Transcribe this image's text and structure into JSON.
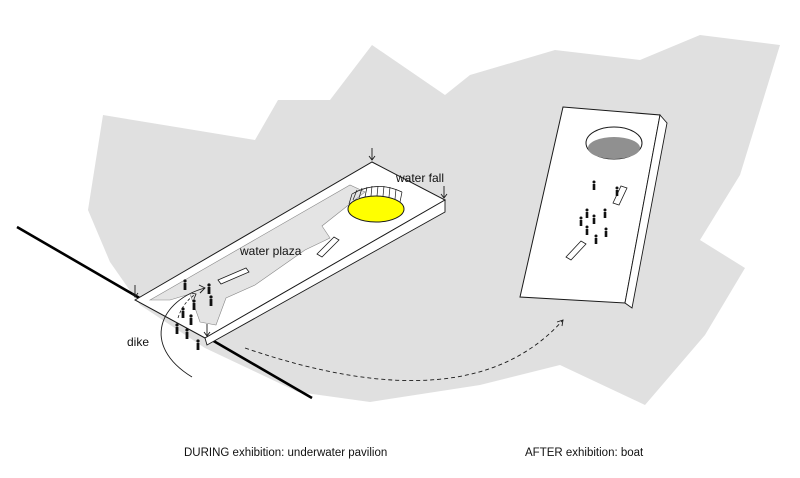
{
  "colors": {
    "ground": "#e0e0e0",
    "pavilion_top": "#ffffff",
    "outline": "#1a1a1a",
    "pool_fill": "#ffff00",
    "hole_fill": "#909090",
    "dike_line": "#000000"
  },
  "labels": {
    "water_fall": "water fall",
    "water_plaza": "water plaza",
    "dike": "dike"
  },
  "captions": {
    "during": "DURING exhibition: underwater pavilion",
    "after": "AFTER exhibition: boat"
  },
  "icons": [
    "person-icon",
    "arrow-down-icon",
    "dashed-transition-arrow",
    "curved-arrow"
  ]
}
